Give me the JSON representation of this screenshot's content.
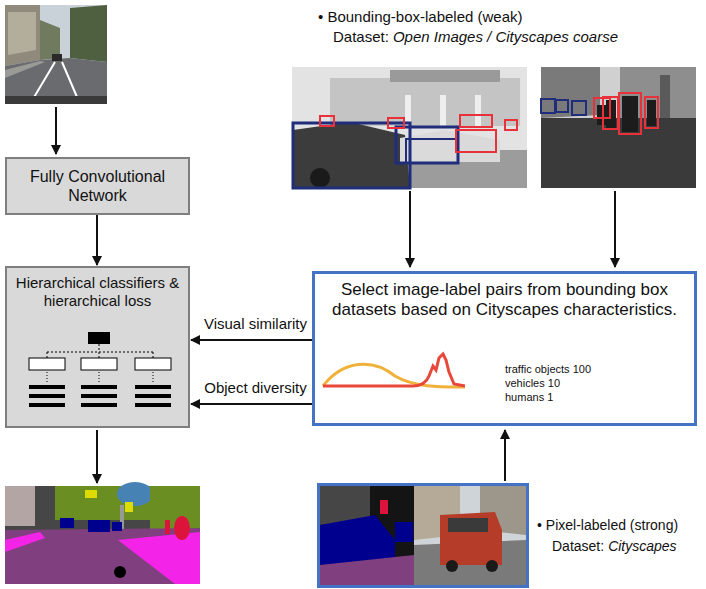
{
  "diagram": {
    "nodes": [
      {
        "text": [
          "Fully Convolutional Network"
        ]
      },
      {
        "text": [
          "Hierarchical classifiers & hierarchical loss"
        ]
      },
      {
        "text": [
          "Select image-label pairs from bounding box datasets based on Cityscapes characteristics.",
          "traffic objects 100",
          "vehicles 10",
          "humans 1"
        ]
      }
    ],
    "edges": [
      {
        "from": 0,
        "to": 1,
        "arrow": "to"
      },
      {
        "from": 2,
        "to": 1,
        "label": "Visual similarity",
        "arrow": "to"
      },
      {
        "from": 2,
        "to": 1,
        "label": "Object diversity",
        "arrow": "to"
      }
    ],
    "labels": [
      "• Bounding-box-labeled (weak)",
      "Dataset:",
      "Open Images / Cityscapes coarse",
      "• Pixel-labeled (strong)",
      "Dataset:",
      "Cityscapes"
    ]
  }
}
